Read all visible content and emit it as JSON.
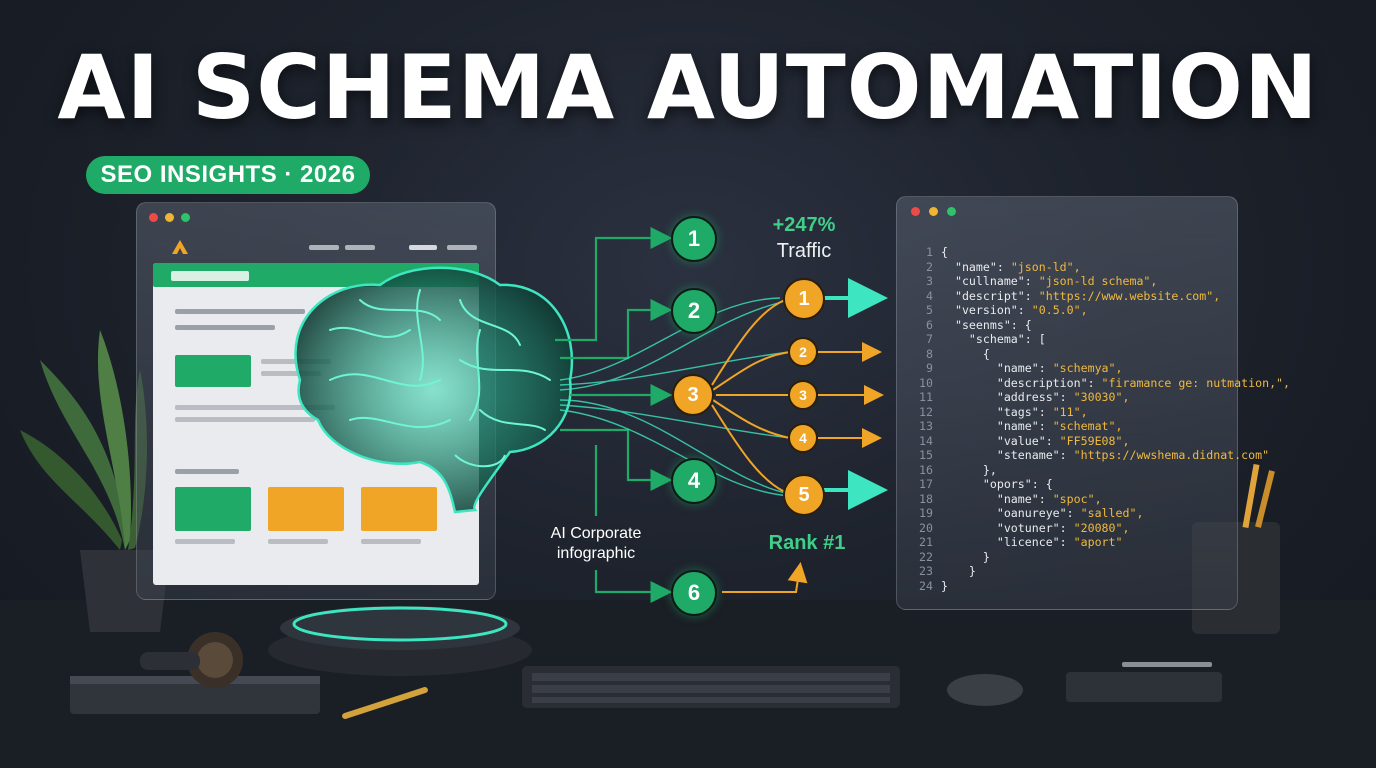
{
  "title": "AI SCHEMA AUTOMATION",
  "badge": "SEO INSIGHTS · 2026",
  "flow": {
    "green_steps": [
      "1",
      "2",
      "3",
      "4",
      "6"
    ],
    "orange_big": [
      "1",
      "3",
      "5"
    ],
    "orange_small": [
      "2",
      "3",
      "4"
    ],
    "stat_value": "+247%",
    "stat_label": "Traffic",
    "rank_label": "Rank #1",
    "caption_line1": "AI Corporate",
    "caption_line2": "infographic"
  },
  "code_lines": [
    {
      "n": "1",
      "t": "{"
    },
    {
      "n": "2",
      "k": "  \"name\": ",
      "v": "\"json-ld\","
    },
    {
      "n": "3",
      "k": "  \"cullname\": ",
      "v": "\"json-ld schema\","
    },
    {
      "n": "4",
      "k": "  \"descript\": ",
      "v": "\"https://www.website.com\","
    },
    {
      "n": "5",
      "k": "  \"version\": ",
      "v": "\"0.5.0\","
    },
    {
      "n": "6",
      "t": "  \"seenms\": {"
    },
    {
      "n": "7",
      "t": "    \"schema\": ["
    },
    {
      "n": "8",
      "t": "      {"
    },
    {
      "n": "9",
      "k": "        \"name\": ",
      "v": "\"schemya\","
    },
    {
      "n": "10",
      "k": "        \"description\": ",
      "v": "\"firamance ge: nutmation,\","
    },
    {
      "n": "11",
      "k": "        \"address\": ",
      "v": "\"30030\","
    },
    {
      "n": "12",
      "k": "        \"tags\": ",
      "v": "\"11\","
    },
    {
      "n": "13",
      "k": "        \"name\": ",
      "v": "\"schemat\","
    },
    {
      "n": "14",
      "k": "        \"value\": ",
      "v": "\"FF59E08\","
    },
    {
      "n": "15",
      "k": "        \"stename\": ",
      "v": "\"https://wwshema.didnat.com\""
    },
    {
      "n": "16",
      "t": "      },"
    },
    {
      "n": "17",
      "t": "      \"opors\": {"
    },
    {
      "n": "18",
      "k": "        \"name\": ",
      "v": "\"spoc\","
    },
    {
      "n": "19",
      "k": "        \"oanureye\": ",
      "v": "\"salled\","
    },
    {
      "n": "20",
      "k": "        \"votuner\": ",
      "v": "\"20080\","
    },
    {
      "n": "21",
      "k": "        \"licence\": ",
      "v": "\"aport\""
    },
    {
      "n": "22",
      "t": "      }"
    },
    {
      "n": "23",
      "t": "    }"
    },
    {
      "n": "24",
      "t": "}"
    }
  ],
  "colors": {
    "green": "#1faa68",
    "orange": "#f0a526",
    "teal": "#3de6c0"
  }
}
